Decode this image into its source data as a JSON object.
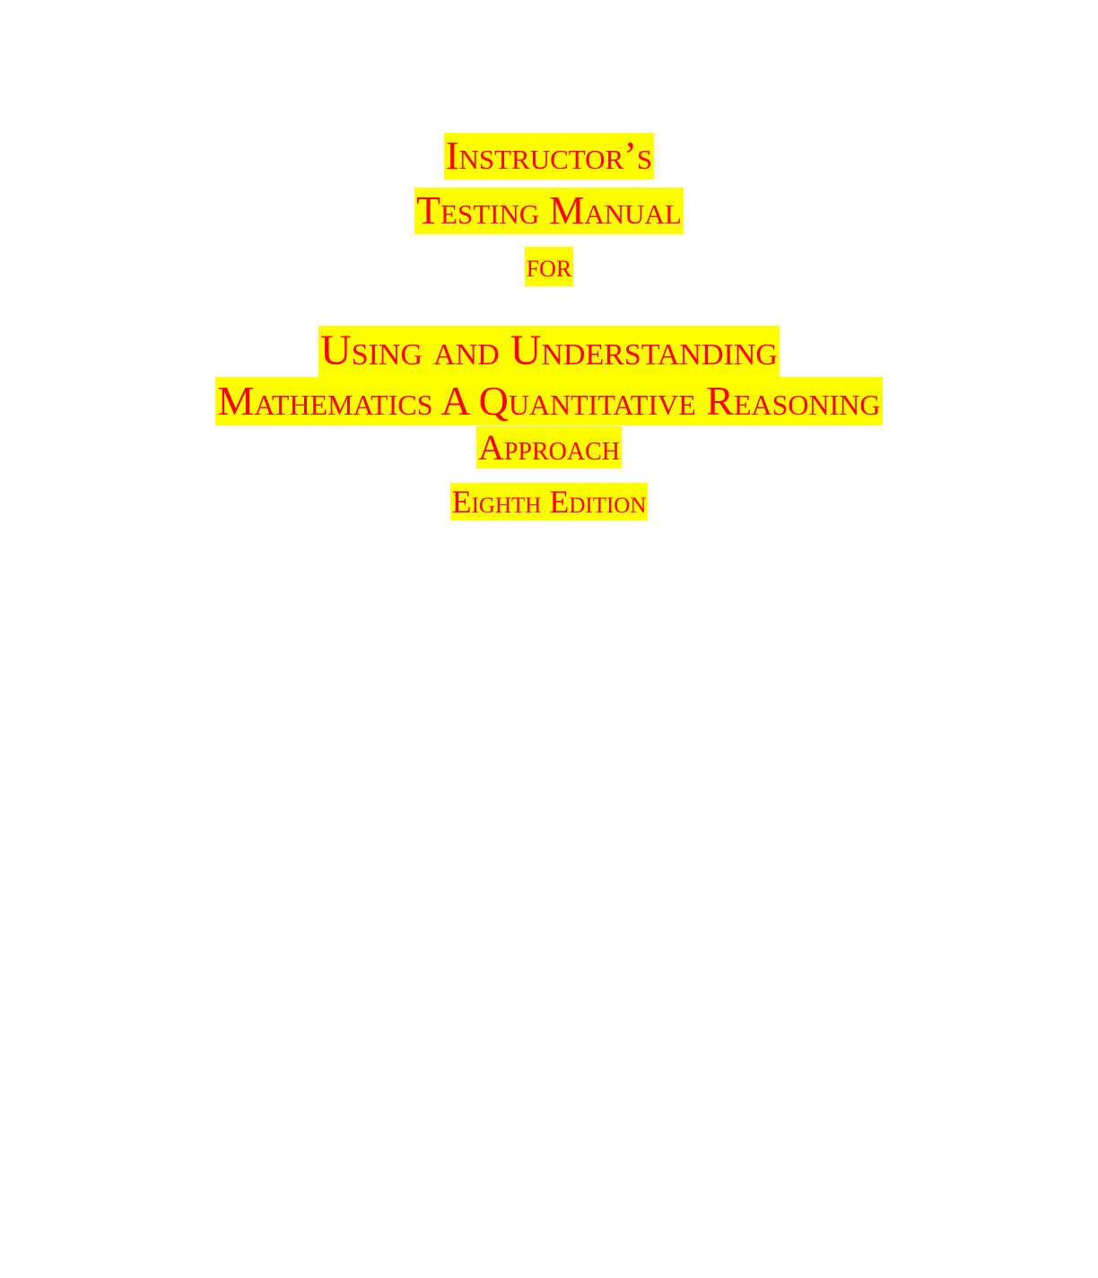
{
  "title_block": {
    "line1": "Instructor’s",
    "line2": "Testing Manual",
    "line3": "for"
  },
  "book": {
    "line1": "Using and Understanding",
    "line2": "Mathematics A Quantitative Reasoning",
    "line3": "Approach",
    "edition": "Eighth Edition"
  },
  "colors": {
    "text": "#ff0000",
    "highlight": "#ffff00",
    "background": "#ffffff"
  }
}
